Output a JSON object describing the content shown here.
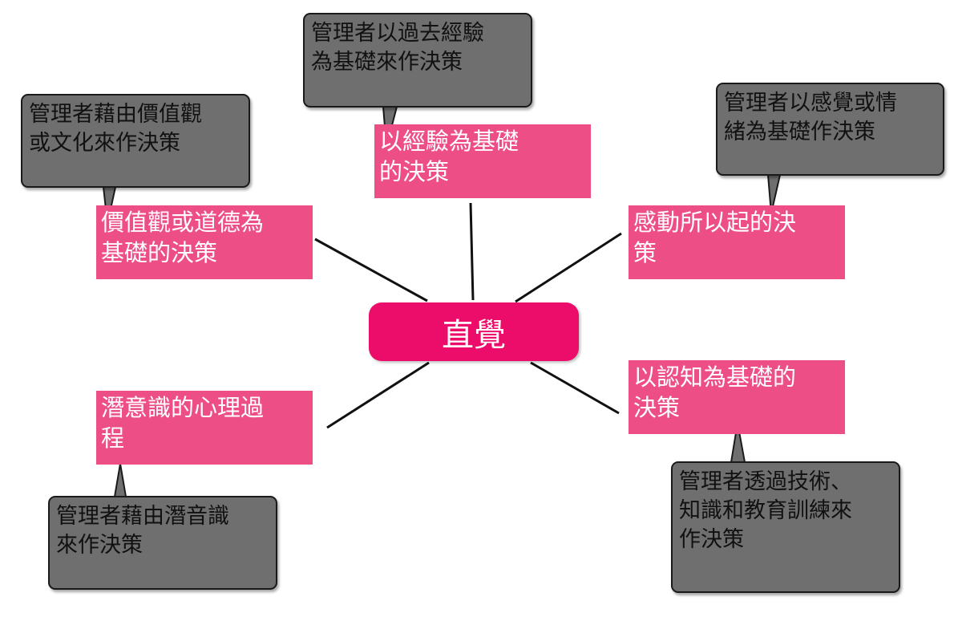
{
  "center": {
    "label": "直覺"
  },
  "nodes": {
    "experience": "以經驗為基礎\n的決策",
    "values": "價值觀或道德為\n基礎的決策",
    "emotion": "感動所以起的決\n策",
    "subconscious": "潛意識的心理過\n程",
    "cognition": "以認知為基礎的\n決策"
  },
  "notes": {
    "experience": "管理者以過去經驗\n為基礎來作決策",
    "values": "管理者藉由價值觀\n或文化來作決策",
    "emotion": "管理者以感覺或情\n緒為基礎作決策",
    "subconscious": "管理者藉由潛音識\n來作決策",
    "cognition": "管理者透過技術、\n知識和教育訓練來\n作決策"
  },
  "colors": {
    "center": "#ec0d6a",
    "node": "#ee4e86",
    "note": "#6f6f6f"
  }
}
